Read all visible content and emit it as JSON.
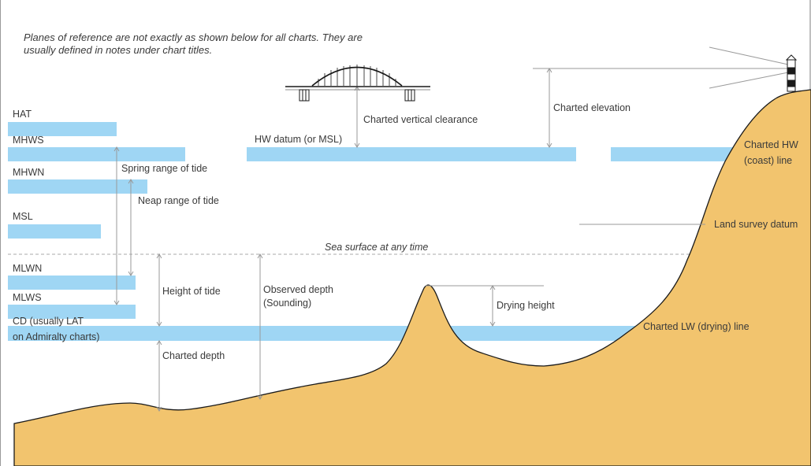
{
  "note": "Planes of reference are not exactly as shown below for all charts. They are usually defined in notes under chart titles.",
  "labels": {
    "hat": "HAT",
    "mhws": "MHWS",
    "mhwn": "MHWN",
    "msl": "MSL",
    "mlwn": "MLWN",
    "mlws": "MLWS",
    "cd": "CD (usually LAT\non Admiralty charts)",
    "spring_range": "Spring range of tide",
    "neap_range": "Neap range of tide",
    "hw_datum": "HW datum (or MSL)",
    "charted_vertical_clearance": "Charted vertical clearance",
    "charted_elevation": "Charted elevation",
    "charted_hw_line": "Charted HW\n(coast) line",
    "land_survey_datum": "Land survey datum",
    "sea_surface": "Sea surface at any time",
    "height_of_tide": "Height of tide",
    "observed_depth": "Observed depth\n(Sounding)",
    "drying_height": "Drying height",
    "charted_lw_line": "Charted LW (drying) line",
    "charted_depth": "Charted depth"
  },
  "colors": {
    "datum_band": "#9fd6f4",
    "seabed": "#f2c46e",
    "outline": "#1a1a1a",
    "dimension_line": "#9a9a9a",
    "sea_surface_line": "#a8a8a8"
  },
  "icons": {
    "bridge": "bridge-icon",
    "lighthouse": "lighthouse-icon"
  }
}
